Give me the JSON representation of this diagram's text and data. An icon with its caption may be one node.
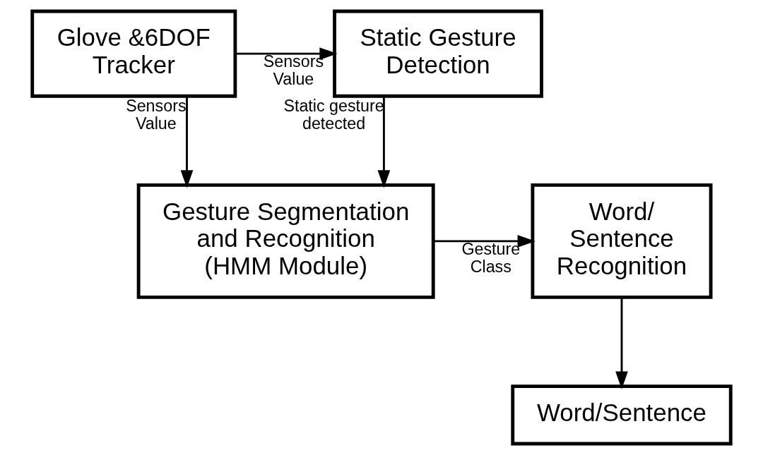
{
  "diagram": {
    "nodes": [
      {
        "text": [
          "Glove &6DOF Tracker"
        ]
      },
      {
        "text": [
          "Static Gesture Detection"
        ]
      },
      {
        "text": [
          "Gesture Segmentation and Recognition (HMM Module)"
        ]
      },
      {
        "text": [
          "Word/ Sentence Recognition"
        ]
      },
      {
        "text": [
          "Word/Sentence"
        ]
      }
    ],
    "edges": [
      {
        "from": 0,
        "to": 1,
        "arrow": "to",
        "label": "Sensors Value"
      },
      {
        "from": 1,
        "to": 2,
        "arrow": "to",
        "label": "Static gesture detected"
      },
      {
        "from": 0,
        "to": 2,
        "arrow": "to",
        "label": "Sensors Value"
      },
      {
        "from": 2,
        "to": 3,
        "arrow": "to",
        "label": "Gesture Class"
      },
      {
        "from": 3,
        "to": 4,
        "arrow": "to"
      }
    ]
  }
}
